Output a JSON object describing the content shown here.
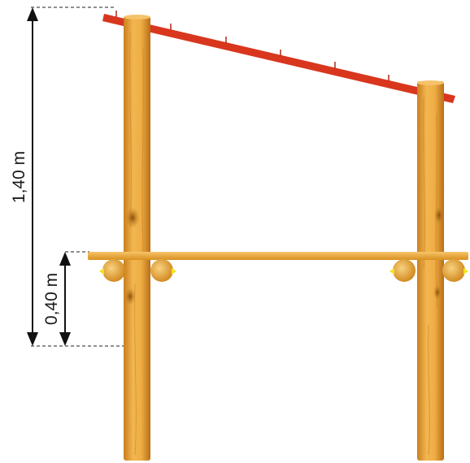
{
  "dimensions": {
    "total_height_label": "1,40 m",
    "bench_height_label": "0,40 m"
  },
  "colors": {
    "roof_beam": "#d9361e",
    "wood_light": "#f2b650",
    "wood_mid": "#e09a2c",
    "wood_dark": "#b86f17",
    "knot": "#9a5a12",
    "dimension_line": "#111111",
    "bolt_accent": "#f4e21b"
  },
  "parts": [
    "left-post",
    "right-post",
    "roof-beam",
    "bench-seat",
    "bench-brackets"
  ]
}
